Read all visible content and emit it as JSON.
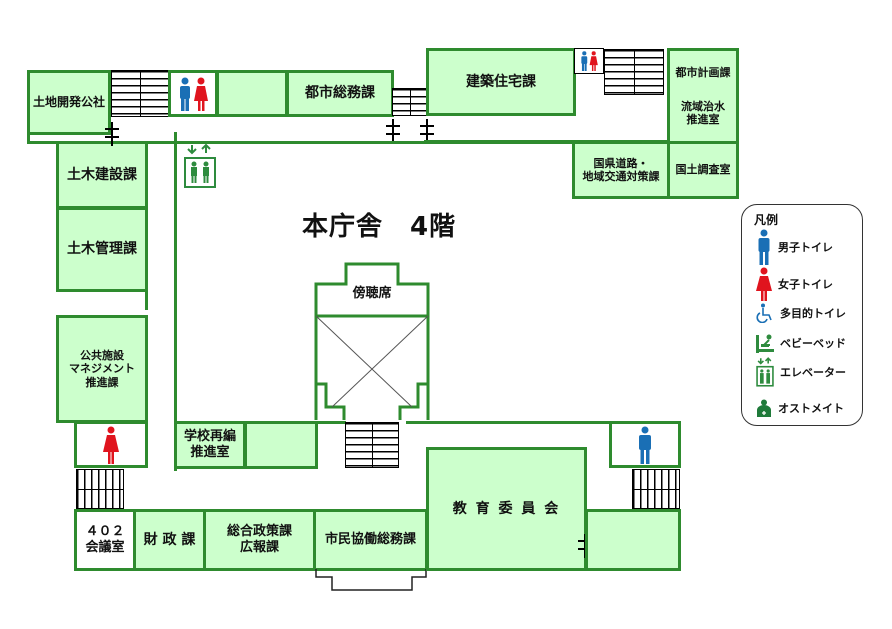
{
  "title": "本庁舎　4階",
  "rooms": {
    "tochi_kaihatsu": "土地開発公社",
    "toshi_somu": "都市総務課",
    "kenchiku_jutaku": "建築住宅課",
    "toshi_keikaku": "都市計画課",
    "ryuiki_chisui": "流域治水\n推進室",
    "kokken_doro": "国県道路・\n地域交通対策課",
    "kokudo_chosa": "国土調査室",
    "doboku_kensetsu": "土木建設課",
    "doboku_kanri": "土木管理課",
    "kokyo_shisetsu": "公共施設\nマネジメント\n推進課",
    "gakko_saihen": "学校再編\n推進室",
    "bochoseki": "傍聴席",
    "kaigishitsu_402": "４０２\n会議室",
    "zaisei": "財 政 課",
    "sogo_seisaku": "総合政策課\n広報課",
    "shimin_kyodo": "市民協働総務課",
    "kyoiku_iinkai": "教 育 委 員 会"
  },
  "legend": {
    "title": "凡例",
    "items": [
      {
        "icon": "male-toilet-icon",
        "label": "男子トイレ",
        "color": "#1a6fb5"
      },
      {
        "icon": "female-toilet-icon",
        "label": "女子トイレ",
        "color": "#e0141e"
      },
      {
        "icon": "accessible-toilet-icon",
        "label": "多目的トイレ",
        "color": "#1a6fb5"
      },
      {
        "icon": "baby-bed-icon",
        "label": "ベビーベッド",
        "color": "#2e8b3e"
      },
      {
        "icon": "elevator-icon",
        "label": "エレベーター",
        "color": "#2e8b3e"
      },
      {
        "icon": "ostomate-icon",
        "label": "オストメイト",
        "color": "#1f7a3a"
      }
    ]
  },
  "colors": {
    "room_fill": "#ccffcc",
    "room_border": "#2e8b2e",
    "male": "#1a6fb5",
    "female": "#e0141e",
    "elevator": "#2e8b3e"
  }
}
